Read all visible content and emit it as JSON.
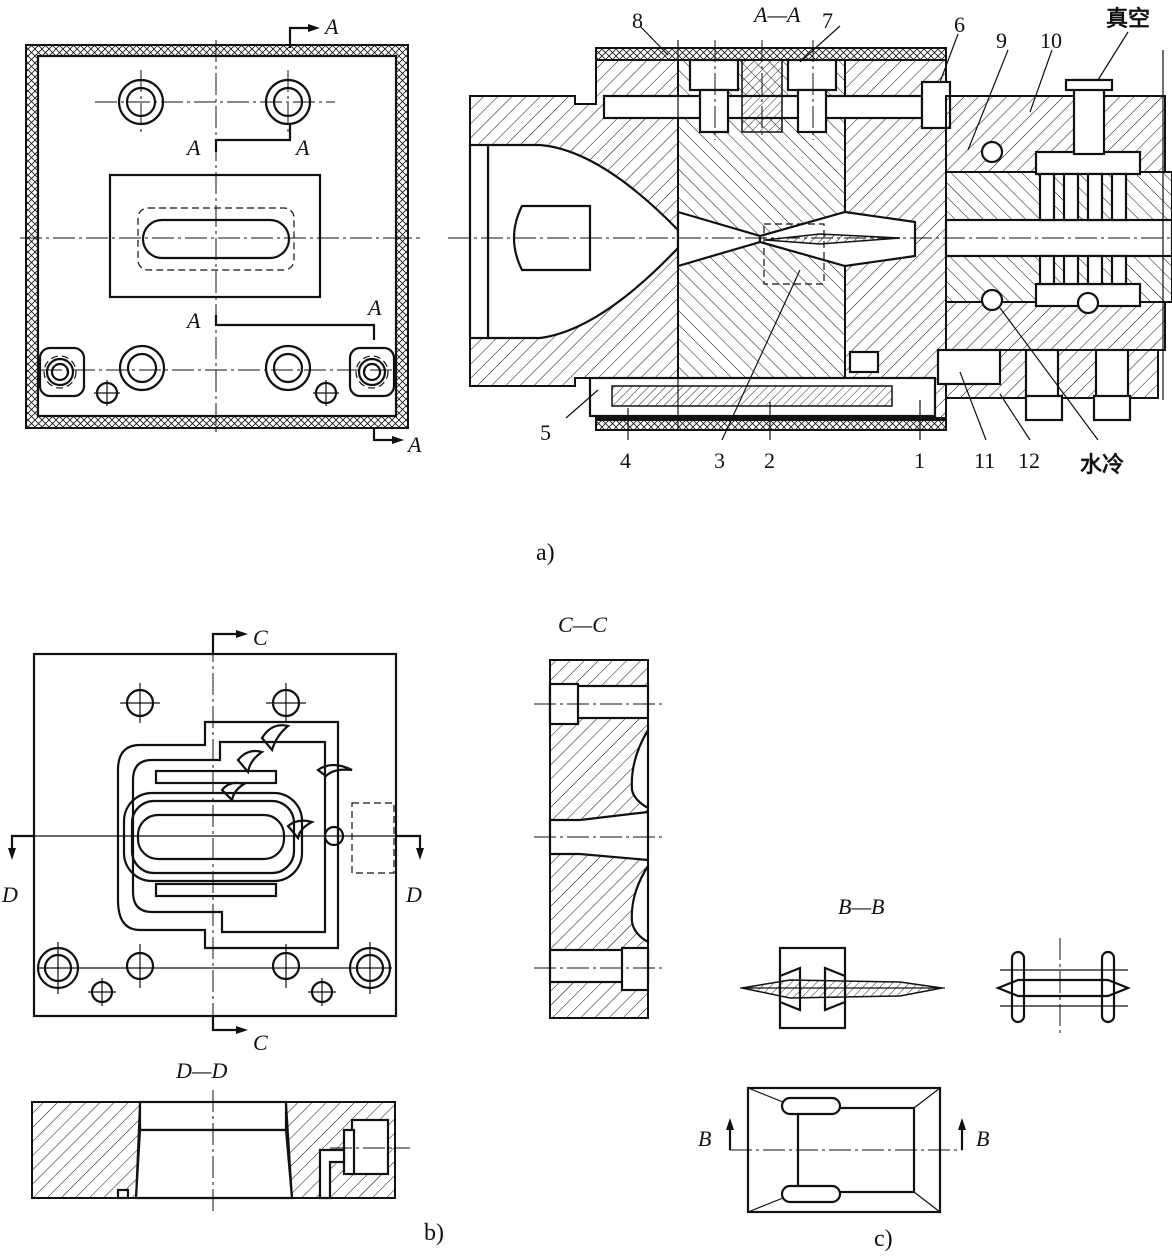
{
  "figure_labels": {
    "a": "a)",
    "b": "b)",
    "c": "c)"
  },
  "section_labels": {
    "aa": "A—A",
    "cc": "C—C",
    "dd": "D—D",
    "bb": "B—B"
  },
  "cut_markers": {
    "a": "A",
    "b": "B",
    "c": "C",
    "d": "D"
  },
  "part_numbers": [
    "1",
    "2",
    "3",
    "4",
    "5",
    "6",
    "7",
    "8",
    "9",
    "10",
    "11",
    "12"
  ],
  "annotations": {
    "vacuum": "真空",
    "water_cooling": "水冷"
  },
  "colors": {
    "line": "#111111",
    "background": "#ffffff"
  }
}
